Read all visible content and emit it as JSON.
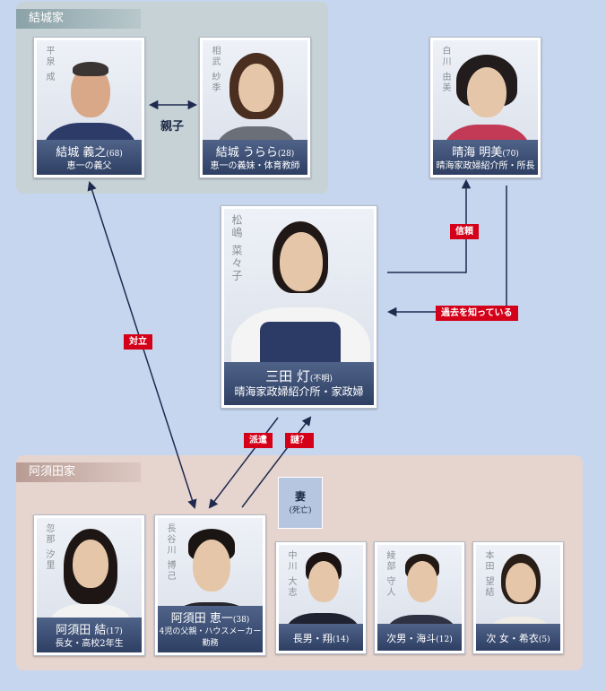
{
  "families": {
    "yuki": "結城家",
    "asuda": "阿須田家"
  },
  "characters": {
    "yoshiyuki": {
      "actor": "平泉 成",
      "name": "結城 義之",
      "age": "(68)",
      "role": "恵一の義父"
    },
    "urara": {
      "actor": "相武 紗季",
      "name": "結城 うらら",
      "age": "(28)",
      "role": "恵一の義妹・体育教師"
    },
    "akemi": {
      "actor": "白川 由美",
      "name": "晴海 明美",
      "age": "(70)",
      "role": "晴海家政婦紹介所・所長"
    },
    "akari": {
      "actor": "松嶋 菜々子",
      "name": "三田 灯",
      "age": "(不明)",
      "role": "晴海家政婦紹介所・家政婦"
    },
    "yui": {
      "actor": "忽那 汐里",
      "name": "阿須田 結",
      "age": "(17)",
      "role": "長女・高校2年生"
    },
    "keiichi": {
      "actor": "長谷川 博己",
      "name": "阿須田 恵一",
      "age": "(38)",
      "role": "4児の父親・ハウスメーカー勤務"
    },
    "kakeru": {
      "actor": "中川 大志",
      "name": "長男・翔",
      "age": "(14)"
    },
    "kaito": {
      "actor": "綾部 守人",
      "name": "次男・海斗",
      "age": "(12)"
    },
    "kii": {
      "actor": "本田 望結",
      "name": "次 女・希衣",
      "age": "(5)"
    }
  },
  "wife": {
    "title": "妻",
    "status": "(死亡)"
  },
  "relations": {
    "parent_child": "親子",
    "trust": "信頼",
    "knows_past": "過去を知っている",
    "conflict": "対立",
    "dispatch": "派遣",
    "mystery": "謎？"
  },
  "colors": {
    "background": "#c7d6ef",
    "label_navy": "#2e3f63",
    "relation_red": "#d4001a",
    "arrow": "#1e2a4e"
  }
}
